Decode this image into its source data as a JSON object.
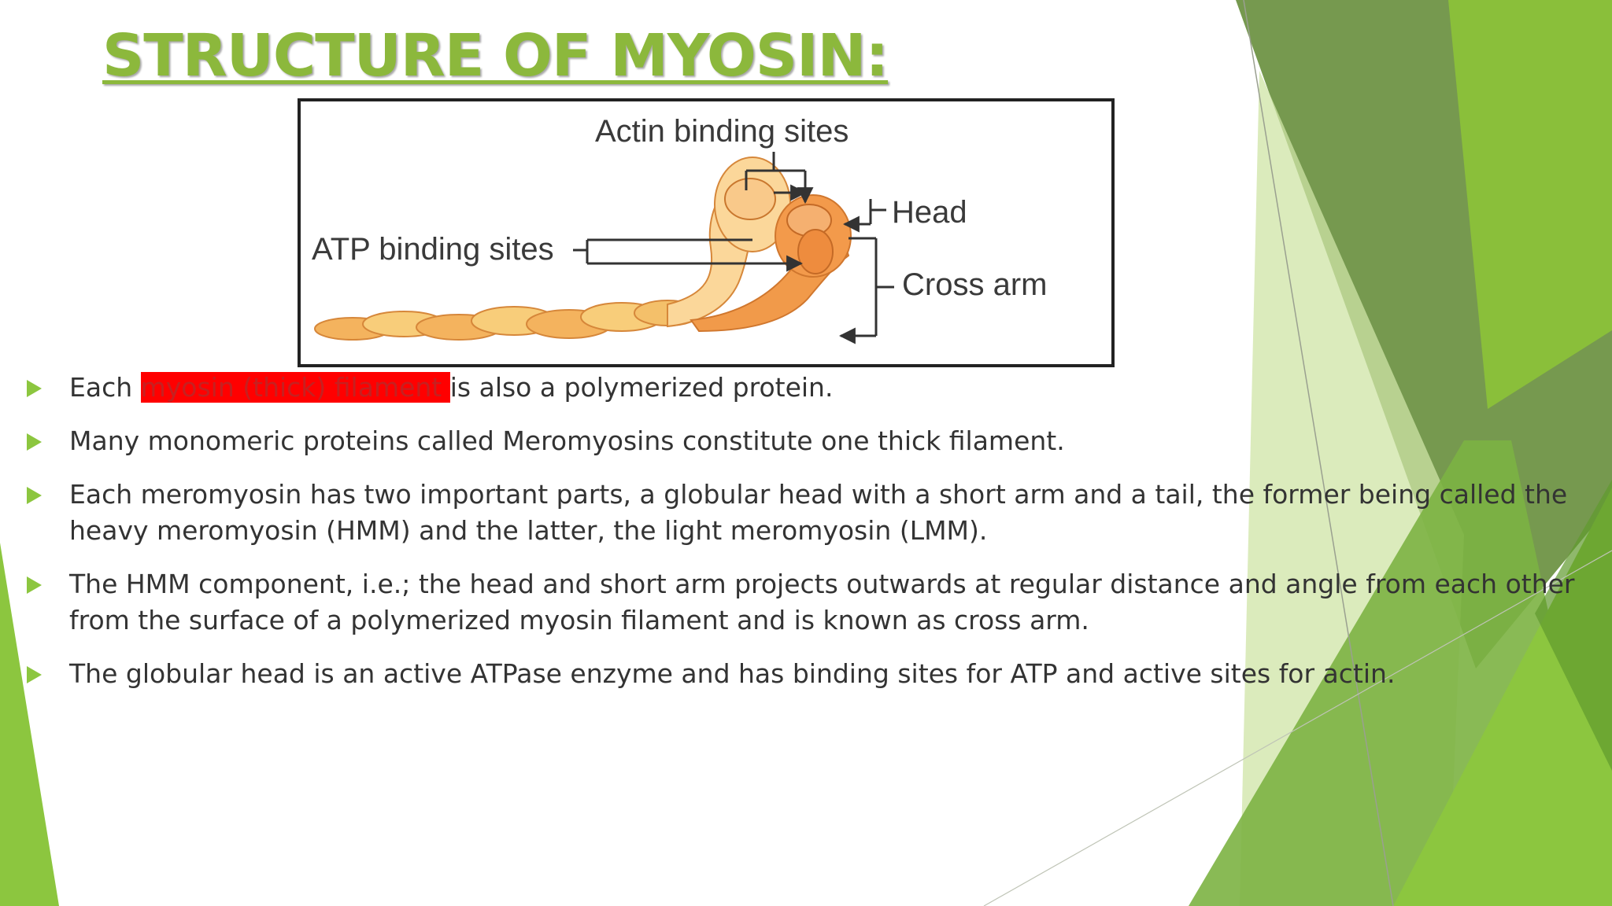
{
  "slide": {
    "title": "STRUCTURE OF MYOSIN:",
    "accent_color": "#8cc63f",
    "title_color": "#8cb83c"
  },
  "figure": {
    "labels": {
      "actin": "Actin binding sites",
      "atp": "ATP binding sites",
      "head": "Head",
      "cross_arm": "Cross arm"
    }
  },
  "bullets": [
    {
      "before": "Each ",
      "highlight": "myosin (thick) filament ",
      "after": "is also a polymerized protein."
    },
    {
      "text": " Many monomeric proteins called Meromyosins constitute one thick filament."
    },
    {
      "text": "Each meromyosin has two important parts, a globular head with a short arm and a tail, the former being called the heavy meromyosin (HMM) and the latter, the light meromyosin (LMM)."
    },
    {
      "text": "The HMM component, i.e.; the head and short arm projects outwards at regular distance and angle from each other from the surface of a polymerized myosin filament and is known as cross arm."
    },
    {
      "text": "The globular head is an active ATPase enzyme and has binding sites for ATP and active sites for actin."
    }
  ],
  "colors": {
    "highlight_bg": "#ff0000",
    "highlight_text": "#c62020",
    "bullet_text": "#333333"
  }
}
